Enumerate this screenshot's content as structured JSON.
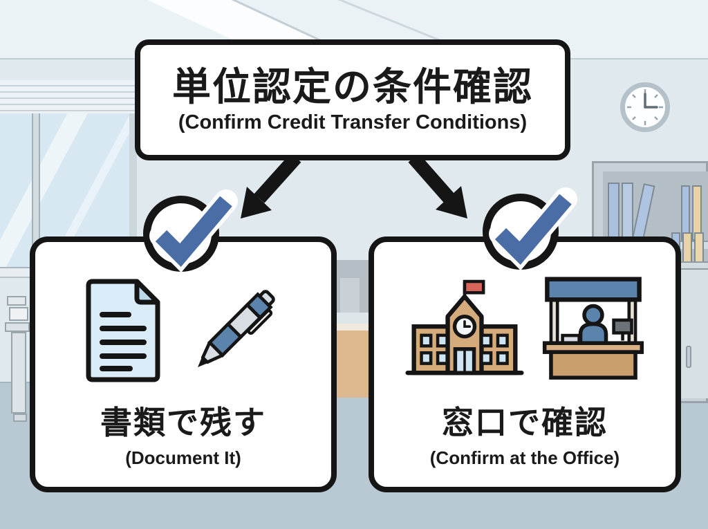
{
  "diagram": {
    "title": {
      "jp": "単位認定の条件確認",
      "en": "(Confirm Credit Transfer Conditions)"
    },
    "options": [
      {
        "jp": "書類で残す",
        "en": "(Document It)",
        "icons": [
          "checkmark-icon",
          "document-icon",
          "pen-icon"
        ]
      },
      {
        "jp": "窓口で確認",
        "en": "(Confirm at the Office)",
        "icons": [
          "checkmark-icon",
          "school-building-icon",
          "service-counter-icon"
        ]
      }
    ],
    "colors": {
      "check_blue": "#4a6da5",
      "outline_black": "#151515",
      "wall": "#dfe9ee",
      "floor": "#b8c9d4",
      "desk_tan": "#cfa873",
      "awning_blue": "#5b84ad",
      "flag_red": "#d9645a",
      "paper_blue": "#daecf8"
    },
    "scene": {
      "objects": [
        "window",
        "wall-clock",
        "bookshelf",
        "printer",
        "office-desk",
        "floor"
      ],
      "clock_time": "3:00"
    }
  }
}
